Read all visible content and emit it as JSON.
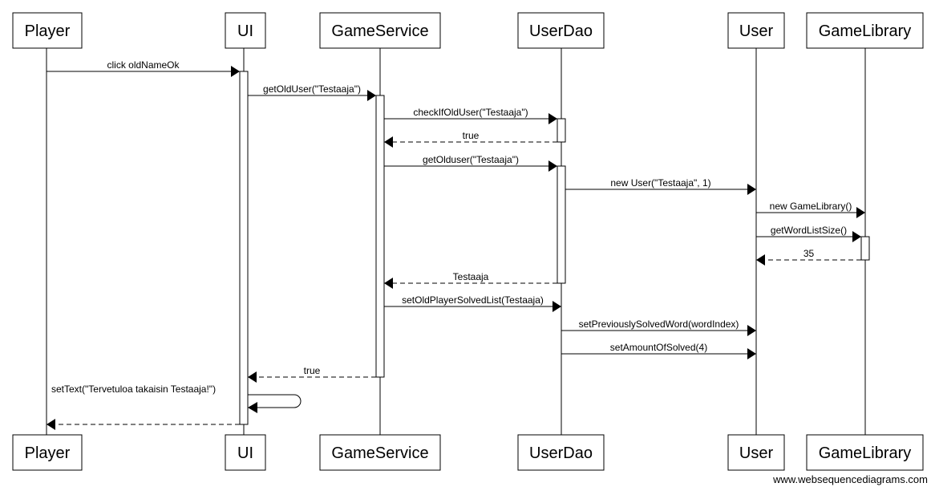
{
  "participants": [
    {
      "id": "player",
      "label": "Player"
    },
    {
      "id": "ui",
      "label": "UI"
    },
    {
      "id": "gameservice",
      "label": "GameService"
    },
    {
      "id": "userdao",
      "label": "UserDao"
    },
    {
      "id": "user",
      "label": "User"
    },
    {
      "id": "gamelibrary",
      "label": "GameLibrary"
    }
  ],
  "messages": [
    {
      "from": "player",
      "to": "ui",
      "label": "click oldNameOk",
      "style": "solid"
    },
    {
      "from": "ui",
      "to": "gameservice",
      "label": "getOldUser(\"Testaaja\")",
      "style": "solid"
    },
    {
      "from": "gameservice",
      "to": "userdao",
      "label": "checkIfOldUser(\"Testaaja\")",
      "style": "solid"
    },
    {
      "from": "userdao",
      "to": "gameservice",
      "label": "true",
      "style": "dashed"
    },
    {
      "from": "gameservice",
      "to": "userdao",
      "label": "getOlduser(\"Testaaja\")",
      "style": "solid"
    },
    {
      "from": "userdao",
      "to": "user",
      "label": "new User(\"Testaaja\", 1)",
      "style": "solid"
    },
    {
      "from": "user",
      "to": "gamelibrary",
      "label": "new GameLibrary()",
      "style": "solid"
    },
    {
      "from": "user",
      "to": "gamelibrary",
      "label": "getWordListSize()",
      "style": "solid"
    },
    {
      "from": "gamelibrary",
      "to": "user",
      "label": "35",
      "style": "dashed"
    },
    {
      "from": "userdao",
      "to": "gameservice",
      "label": "Testaaja",
      "style": "dashed"
    },
    {
      "from": "gameservice",
      "to": "userdao",
      "label": "setOldPlayerSolvedList(Testaaja)",
      "style": "solid"
    },
    {
      "from": "userdao",
      "to": "user",
      "label": "setPreviouslySolvedWord(wordIndex)",
      "style": "solid"
    },
    {
      "from": "userdao",
      "to": "user",
      "label": "setAmountOfSolved(4)",
      "style": "solid"
    },
    {
      "from": "gameservice",
      "to": "ui",
      "label": "true",
      "style": "dashed"
    },
    {
      "from": "ui",
      "to": "ui",
      "label": "setText(\"Tervetuloa takaisin Testaaja!\")",
      "style": "solid"
    },
    {
      "from": "ui",
      "to": "player",
      "label": "",
      "style": "dashed"
    }
  ],
  "watermark": "www.websequencediagrams.com"
}
